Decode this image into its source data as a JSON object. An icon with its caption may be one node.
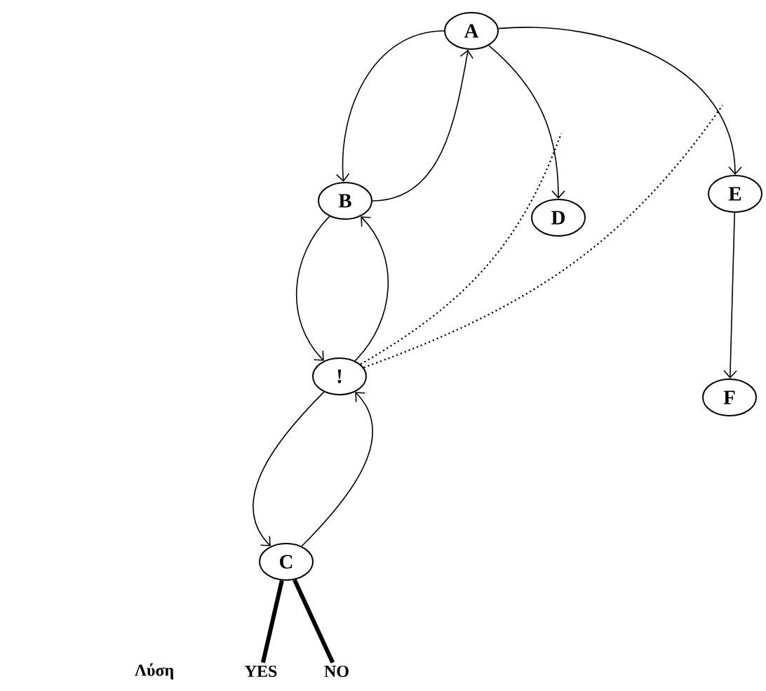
{
  "diagram": {
    "nodes": [
      {
        "text": [
          "A"
        ]
      },
      {
        "text": [
          "B"
        ]
      },
      {
        "text": [
          "D"
        ]
      },
      {
        "text": [
          "E"
        ]
      },
      {
        "text": [
          "!"
        ]
      },
      {
        "text": [
          "F"
        ]
      },
      {
        "text": [
          "C"
        ]
      },
      {
        "text": [
          "YES"
        ]
      },
      {
        "text": [
          "NO"
        ]
      }
    ],
    "edges": [
      {
        "from": 0,
        "to": 1,
        "arrow": "to"
      },
      {
        "from": 1,
        "to": 0,
        "arrow": "to"
      },
      {
        "from": 0,
        "to": 2,
        "arrow": "to"
      },
      {
        "from": 0,
        "to": 3,
        "arrow": "to"
      },
      {
        "from": 3,
        "to": 5,
        "arrow": "to"
      },
      {
        "from": 1,
        "to": 4,
        "arrow": "to"
      },
      {
        "from": 4,
        "to": 1,
        "arrow": "to"
      },
      {
        "from": 4,
        "to": 6,
        "arrow": "to"
      },
      {
        "from": 6,
        "to": 4,
        "arrow": "to"
      },
      {
        "from": 6,
        "to": 7,
        "arrow": "none",
        "style": "thick"
      },
      {
        "from": 6,
        "to": 8,
        "arrow": "none",
        "style": "thick"
      },
      {
        "from": 4,
        "to": null,
        "arrow": "none",
        "style": "dashed"
      },
      {
        "from": 4,
        "to": null,
        "arrow": "none",
        "style": "dashed"
      }
    ],
    "labels": [
      "Λύση"
    ]
  }
}
